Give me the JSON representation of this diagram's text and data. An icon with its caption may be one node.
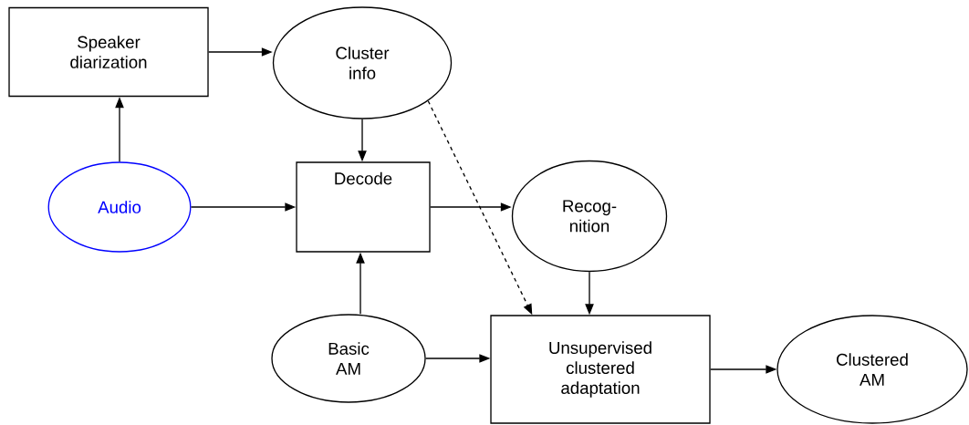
{
  "diagram": {
    "nodes": [
      {
        "text": [
          "Speaker diarization"
        ]
      },
      {
        "text": [
          "Cluster info"
        ]
      },
      {
        "text": [
          "Audio"
        ]
      },
      {
        "text": [
          "Decode"
        ]
      },
      {
        "text": [
          "Recog- nition"
        ]
      },
      {
        "text": [
          "Basic AM"
        ]
      },
      {
        "text": [
          "Unsupervised clustered adaptation"
        ]
      },
      {
        "text": [
          "Clustered AM"
        ]
      }
    ],
    "edges": [
      {
        "from": 0,
        "to": 1,
        "arrow": "to"
      },
      {
        "from": 2,
        "to": 0,
        "arrow": "to"
      },
      {
        "from": 1,
        "to": 3,
        "arrow": "to"
      },
      {
        "from": 2,
        "to": 3,
        "arrow": "to"
      },
      {
        "from": 3,
        "to": 4,
        "arrow": "to"
      },
      {
        "from": 1,
        "to": 6,
        "arrow": "to",
        "style": "dashed"
      },
      {
        "from": 4,
        "to": 6,
        "arrow": "to"
      },
      {
        "from": 5,
        "to": 3,
        "arrow": "to"
      },
      {
        "from": 5,
        "to": 6,
        "arrow": "to"
      },
      {
        "from": 6,
        "to": 7,
        "arrow": "to"
      }
    ]
  }
}
